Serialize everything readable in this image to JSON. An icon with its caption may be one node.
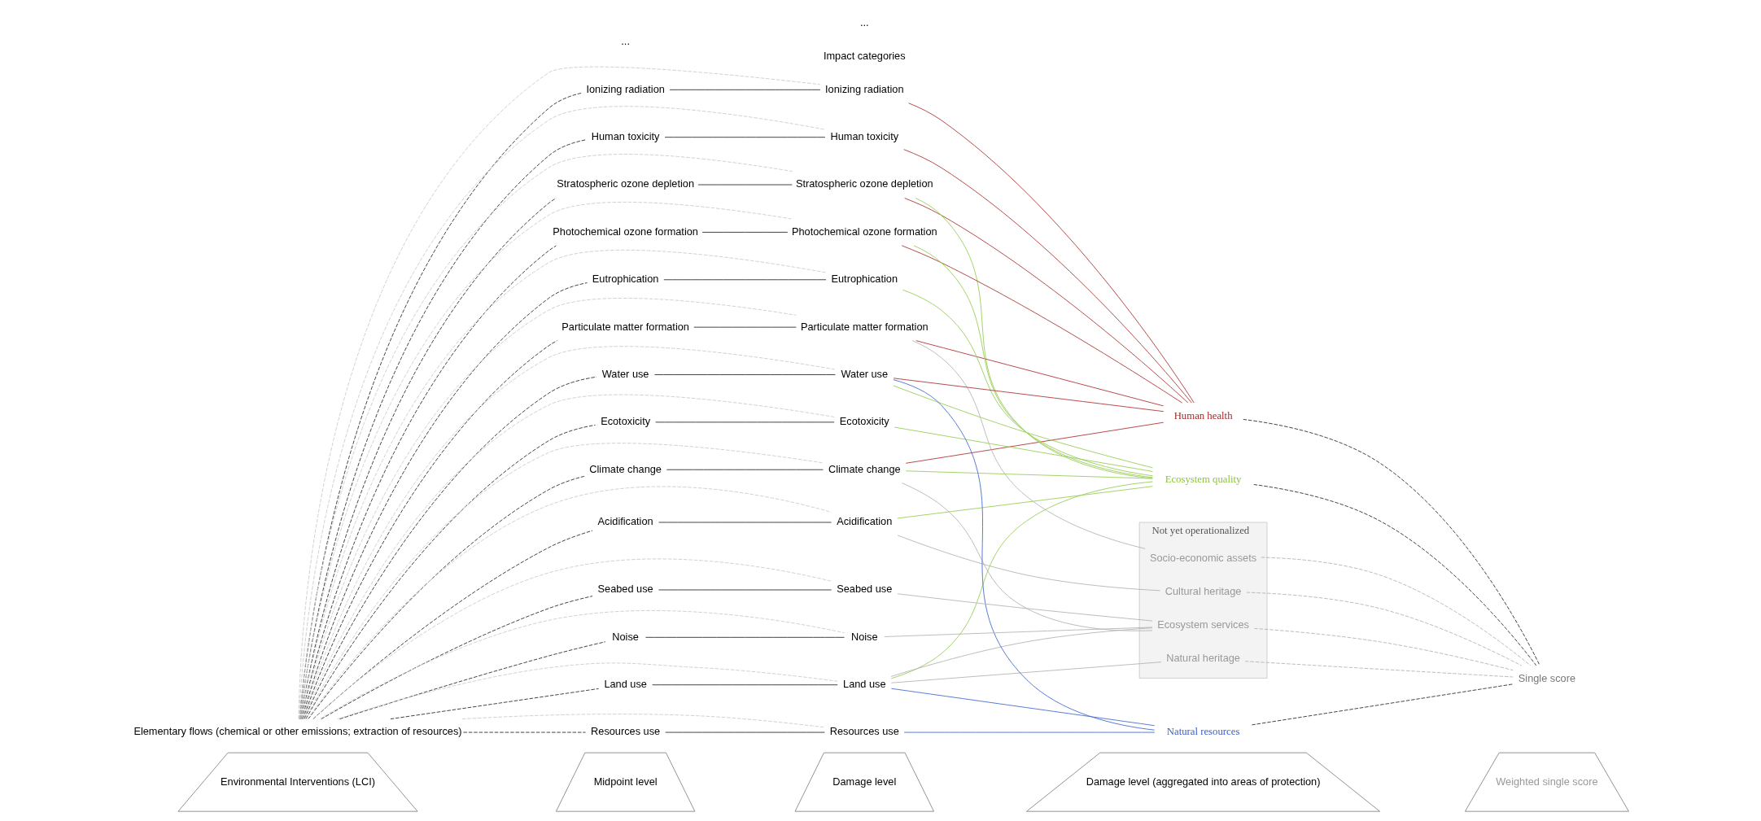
{
  "diagram": {
    "nodes": [
      {
        "text": [
          "Environmental Interventions (LCI)"
        ]
      },
      {
        "text": [
          "Midpoint level"
        ]
      },
      {
        "text": [
          "Damage level"
        ]
      },
      {
        "text": [
          "Damage level (aggregated into areas of protection)"
        ]
      },
      {
        "text": [
          "Weighted single score"
        ]
      },
      {
        "text": [
          "Elementary flows (chemical or other emissions; extraction of resources)"
        ]
      },
      {
        "text": [
          "Climate change"
        ]
      },
      {
        "text": [
          "Stratospheric ozone depletion"
        ]
      },
      {
        "text": [
          "Particulate matter formation"
        ]
      },
      {
        "text": [
          "Photochemical ozone formation"
        ]
      },
      {
        "text": [
          "Ionizing radiation"
        ]
      },
      {
        "text": [
          "Human toxicity"
        ]
      },
      {
        "text": [
          "Ecotoxicity"
        ]
      },
      {
        "text": [
          "Acidification"
        ]
      },
      {
        "text": [
          "Eutrophication"
        ]
      },
      {
        "text": [
          "Land use"
        ]
      },
      {
        "text": [
          "Water use"
        ]
      },
      {
        "text": [
          "Resources use"
        ]
      },
      {
        "text": [
          "Seabed use"
        ]
      },
      {
        "text": [
          "Noise"
        ]
      },
      {
        "text": [
          "Climate change"
        ]
      },
      {
        "text": [
          "Stratospheric ozone depletion"
        ]
      },
      {
        "text": [
          "Particulate matter formation"
        ]
      },
      {
        "text": [
          "Photochemical ozone formation"
        ]
      },
      {
        "text": [
          "Ionizing radiation"
        ]
      },
      {
        "text": [
          "Human toxicity"
        ]
      },
      {
        "text": [
          "Ecotoxicity"
        ]
      },
      {
        "text": [
          "Acidification"
        ]
      },
      {
        "text": [
          "Eutrophication"
        ]
      },
      {
        "text": [
          "Land use"
        ]
      },
      {
        "text": [
          "Water use"
        ]
      },
      {
        "text": [
          "Resources use"
        ]
      },
      {
        "text": [
          "Seabed use"
        ]
      },
      {
        "text": [
          "Noise"
        ]
      },
      {
        "text": [
          "Human health"
        ]
      },
      {
        "text": [
          "Ecosystem quality"
        ]
      },
      {
        "text": [
          "Natural resources"
        ]
      },
      {
        "text": [
          "Not yet operationalized"
        ]
      },
      {
        "text": [
          "Ecosystem services"
        ],
        "in": 37
      },
      {
        "text": [
          "Socio-economic assets"
        ],
        "in": 37
      },
      {
        "text": [
          "Cultural heritage"
        ],
        "in": 37
      },
      {
        "text": [
          "Natural heritage"
        ],
        "in": 37
      },
      {
        "text": [
          "Single score"
        ]
      }
    ],
    "edges": [
      {
        "from": 5,
        "to": 6,
        "arrow": "none",
        "style": "dashed"
      },
      {
        "from": 5,
        "to": 7,
        "arrow": "none",
        "style": "dashed"
      },
      {
        "from": 5,
        "to": 8,
        "arrow": "none",
        "style": "dashed"
      },
      {
        "from": 5,
        "to": 9,
        "arrow": "none",
        "style": "dashed"
      },
      {
        "from": 5,
        "to": 10,
        "arrow": "none",
        "style": "dashed"
      },
      {
        "from": 5,
        "to": 11,
        "arrow": "none",
        "style": "dashed"
      },
      {
        "from": 5,
        "to": 12,
        "arrow": "none",
        "style": "dashed"
      },
      {
        "from": 5,
        "to": 13,
        "arrow": "none",
        "style": "dashed"
      },
      {
        "from": 5,
        "to": 14,
        "arrow": "none",
        "style": "dashed"
      },
      {
        "from": 5,
        "to": 15,
        "arrow": "none",
        "style": "dashed"
      },
      {
        "from": 5,
        "to": 16,
        "arrow": "none",
        "style": "dashed"
      },
      {
        "from": 5,
        "to": 17,
        "arrow": "none",
        "style": "dashed"
      },
      {
        "from": 5,
        "to": 18,
        "arrow": "none",
        "style": "dashed"
      },
      {
        "from": 5,
        "to": 19,
        "arrow": "none",
        "style": "dashed"
      },
      {
        "from": 6,
        "to": 20,
        "arrow": "none"
      },
      {
        "from": 7,
        "to": 21,
        "arrow": "none"
      },
      {
        "from": 8,
        "to": 22,
        "arrow": "none"
      },
      {
        "from": 9,
        "to": 23,
        "arrow": "none"
      },
      {
        "from": 10,
        "to": 24,
        "arrow": "none"
      },
      {
        "from": 11,
        "to": 25,
        "arrow": "none"
      },
      {
        "from": 12,
        "to": 26,
        "arrow": "none"
      },
      {
        "from": 13,
        "to": 27,
        "arrow": "none"
      },
      {
        "from": 14,
        "to": 28,
        "arrow": "none"
      },
      {
        "from": 15,
        "to": 29,
        "arrow": "none"
      },
      {
        "from": 16,
        "to": 30,
        "arrow": "none"
      },
      {
        "from": 17,
        "to": 31,
        "arrow": "none"
      },
      {
        "from": 18,
        "to": 32,
        "arrow": "none"
      },
      {
        "from": 19,
        "to": 33,
        "arrow": "none"
      },
      {
        "from": 5,
        "to": 20,
        "arrow": "none",
        "style": "dashed",
        "color": "#cccccc"
      },
      {
        "from": 5,
        "to": 21,
        "arrow": "none",
        "style": "dashed",
        "color": "#cccccc"
      },
      {
        "from": 5,
        "to": 22,
        "arrow": "none",
        "style": "dashed",
        "color": "#cccccc"
      },
      {
        "from": 5,
        "to": 23,
        "arrow": "none",
        "style": "dashed",
        "color": "#cccccc"
      },
      {
        "from": 5,
        "to": 24,
        "arrow": "none",
        "style": "dashed",
        "color": "#cccccc"
      },
      {
        "from": 5,
        "to": 25,
        "arrow": "none",
        "style": "dashed",
        "color": "#cccccc"
      },
      {
        "from": 5,
        "to": 26,
        "arrow": "none",
        "style": "dashed",
        "color": "#cccccc"
      },
      {
        "from": 5,
        "to": 27,
        "arrow": "none",
        "style": "dashed",
        "color": "#cccccc"
      },
      {
        "from": 5,
        "to": 28,
        "arrow": "none",
        "style": "dashed",
        "color": "#cccccc"
      },
      {
        "from": 5,
        "to": 29,
        "arrow": "none",
        "style": "dashed",
        "color": "#cccccc"
      },
      {
        "from": 5,
        "to": 30,
        "arrow": "none",
        "style": "dashed",
        "color": "#cccccc"
      },
      {
        "from": 5,
        "to": 31,
        "arrow": "none",
        "style": "dashed",
        "color": "#cccccc"
      },
      {
        "from": 5,
        "to": 32,
        "arrow": "none",
        "style": "dashed",
        "color": "#cccccc"
      },
      {
        "from": 5,
        "to": 33,
        "arrow": "none",
        "style": "dashed",
        "color": "#cccccc"
      },
      {
        "from": 20,
        "to": 34,
        "arrow": "none",
        "color": "#b03a3a"
      },
      {
        "from": 21,
        "to": 34,
        "arrow": "none",
        "color": "#b03a3a"
      },
      {
        "from": 22,
        "to": 34,
        "arrow": "none",
        "color": "#b03a3a"
      },
      {
        "from": 23,
        "to": 34,
        "arrow": "none",
        "color": "#b03a3a"
      },
      {
        "from": 24,
        "to": 34,
        "arrow": "none",
        "color": "#b03a3a"
      },
      {
        "from": 25,
        "to": 34,
        "arrow": "none",
        "color": "#b03a3a"
      },
      {
        "from": 30,
        "to": 34,
        "arrow": "none",
        "color": "#b03a3a"
      },
      {
        "from": 20,
        "to": 35,
        "arrow": "none",
        "color": "#9bcf5a"
      },
      {
        "from": 21,
        "to": 35,
        "arrow": "none",
        "color": "#9bcf5a"
      },
      {
        "from": 23,
        "to": 35,
        "arrow": "none",
        "color": "#9bcf5a"
      },
      {
        "from": 26,
        "to": 35,
        "arrow": "none",
        "color": "#9bcf5a"
      },
      {
        "from": 27,
        "to": 35,
        "arrow": "none",
        "color": "#9bcf5a"
      },
      {
        "from": 28,
        "to": 35,
        "arrow": "none",
        "color": "#9bcf5a"
      },
      {
        "from": 29,
        "to": 35,
        "arrow": "none",
        "color": "#9bcf5a"
      },
      {
        "from": 30,
        "to": 35,
        "arrow": "none",
        "color": "#9bcf5a"
      },
      {
        "from": 29,
        "to": 36,
        "arrow": "none",
        "color": "#4a6fd0"
      },
      {
        "from": 30,
        "to": 36,
        "arrow": "none",
        "color": "#4a6fd0"
      },
      {
        "from": 31,
        "to": 36,
        "arrow": "none",
        "color": "#4a6fd0"
      },
      {
        "from": 20,
        "to": 38,
        "arrow": "none",
        "color": "#b5b5b5"
      },
      {
        "from": 29,
        "to": 38,
        "arrow": "none",
        "color": "#b5b5b5"
      },
      {
        "from": 32,
        "to": 38,
        "arrow": "none",
        "color": "#b5b5b5"
      },
      {
        "from": 33,
        "to": 38,
        "arrow": "none",
        "color": "#b5b5b5"
      },
      {
        "from": 22,
        "to": 39,
        "arrow": "none",
        "color": "#b5b5b5"
      },
      {
        "from": 27,
        "to": 40,
        "arrow": "none",
        "color": "#b5b5b5"
      },
      {
        "from": 29,
        "to": 41,
        "arrow": "none",
        "color": "#b5b5b5"
      },
      {
        "from": 34,
        "to": 42,
        "arrow": "none",
        "style": "dashed"
      },
      {
        "from": 35,
        "to": 42,
        "arrow": "none",
        "style": "dashed"
      },
      {
        "from": 36,
        "to": 42,
        "arrow": "none",
        "style": "dashed"
      },
      {
        "from": 38,
        "to": 42,
        "arrow": "none",
        "style": "dashed",
        "color": "#b5b5b5"
      },
      {
        "from": 39,
        "to": 42,
        "arrow": "none",
        "style": "dashed",
        "color": "#b5b5b5"
      },
      {
        "from": 40,
        "to": 42,
        "arrow": "none",
        "style": "dashed",
        "color": "#b5b5b5"
      },
      {
        "from": 41,
        "to": 42,
        "arrow": "none",
        "style": "dashed",
        "color": "#b5b5b5"
      }
    ],
    "labels": [
      "Impact categories",
      "...",
      "..."
    ]
  }
}
